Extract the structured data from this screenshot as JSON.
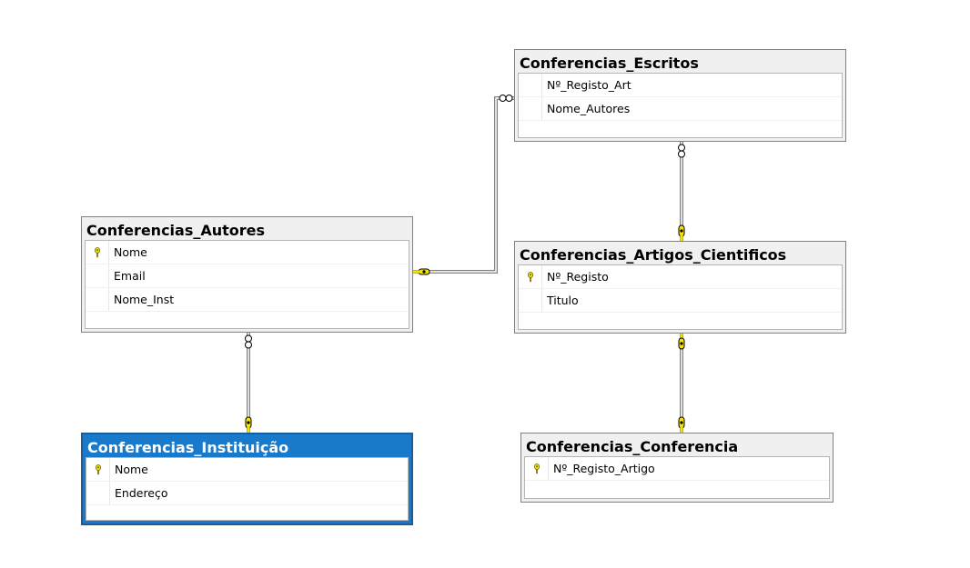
{
  "tables": {
    "escritos": {
      "title": "Conferencias_Escritos",
      "columns": [
        {
          "name": "Nº_Registo_Art",
          "key": false
        },
        {
          "name": "Nome_Autores",
          "key": false
        }
      ]
    },
    "autores": {
      "title": "Conferencias_Autores",
      "columns": [
        {
          "name": "Nome",
          "key": true
        },
        {
          "name": "Email",
          "key": false
        },
        {
          "name": "Nome_Inst",
          "key": false
        }
      ]
    },
    "artigos": {
      "title": "Conferencias_Artigos_Cientificos",
      "columns": [
        {
          "name": "Nº_Registo",
          "key": true
        },
        {
          "name": "Titulo",
          "key": false
        }
      ]
    },
    "instituicao": {
      "title": "Conferencias_Instituição",
      "selected": true,
      "columns": [
        {
          "name": "Nome",
          "key": true
        },
        {
          "name": "Endereço",
          "key": false
        }
      ]
    },
    "conferencia": {
      "title": "Conferencias_Conferencia",
      "columns": [
        {
          "name": "Nº_Registo_Artigo",
          "key": true
        }
      ]
    }
  },
  "colors": {
    "key": "#f5e400",
    "selected_header": "#1979ca",
    "line": "#808080"
  },
  "icons": {
    "primary_key": "key-icon",
    "many_end": "infinity-icon",
    "one_end": "key-icon"
  }
}
